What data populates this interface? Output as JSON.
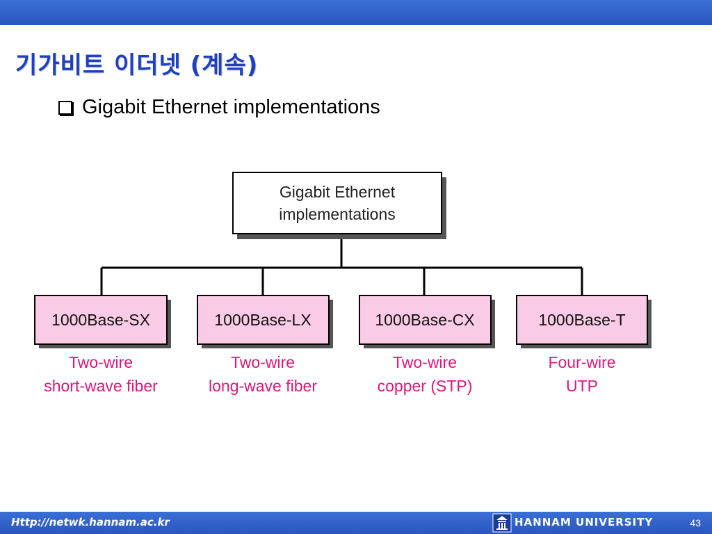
{
  "slide": {
    "title": "기가비트 이더넷 (계속)",
    "bullet": "Gigabit Ethernet implementations"
  },
  "diagram": {
    "root": {
      "line1": "Gigabit Ethernet",
      "line2": "implementations"
    },
    "children": [
      {
        "label": "1000Base-SX",
        "desc1": "Two-wire",
        "desc2": "short-wave fiber"
      },
      {
        "label": "1000Base-LX",
        "desc1": "Two-wire",
        "desc2": "long-wave fiber"
      },
      {
        "label": "1000Base-CX",
        "desc1": "Two-wire",
        "desc2": "copper (STP)"
      },
      {
        "label": "1000Base-T",
        "desc1": "Four-wire",
        "desc2": "UTP"
      }
    ]
  },
  "footer": {
    "url": "Http://netwk.hannam.ac.kr",
    "university": "HANNAM  UNIVERSITY",
    "page": "43",
    "logo_icon": "hannam-university-logo"
  },
  "colors": {
    "banner": "#2a57bf",
    "title": "#1f3fbf",
    "child_box_fill": "#f9cbe6",
    "desc_text": "#e0167a"
  }
}
